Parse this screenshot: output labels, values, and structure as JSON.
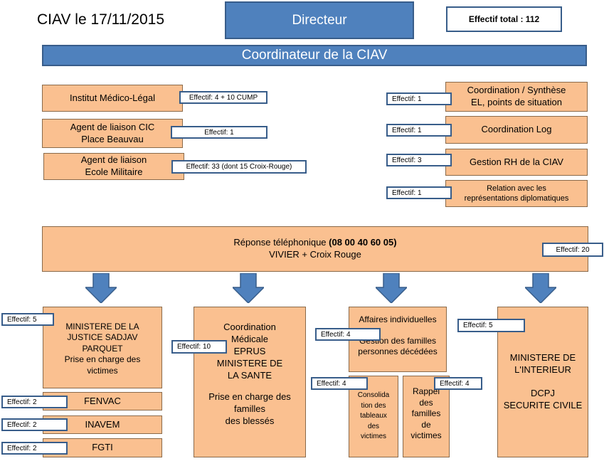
{
  "header": {
    "date_label": "CIAV le 17/11/2015",
    "director": "Directeur",
    "total_staff": "Effectif total : 112",
    "coordinator": "Coordinateur de la CIAV"
  },
  "left_units": [
    {
      "line1": "Institut Médico-Légal",
      "line2": "",
      "staff": "Effectif: 4 + 10 CUMP"
    },
    {
      "line1": "Agent de liaison CIC",
      "line2": "Place Beauvau",
      "staff": "Effectif: 1"
    },
    {
      "line1": "Agent de liaison",
      "line2": "Ecole Militaire",
      "staff": "Effectif: 33 (dont 15 Croix-Rouge)"
    }
  ],
  "right_units": [
    {
      "line1": "Coordination / Synthèse",
      "line2": "EL, points de situation",
      "staff": "Effectif: 1"
    },
    {
      "line1": "Coordination Log",
      "line2": "",
      "staff": "Effectif: 1"
    },
    {
      "line1": "Gestion RH de la CIAV",
      "line2": "",
      "staff": "Effectif: 3"
    },
    {
      "line1": "Relation avec les",
      "line2": "représentations diplomatiques",
      "staff": "Effectif: 1"
    }
  ],
  "phone": {
    "prefix": "Réponse téléphonique ",
    "number": "(08 00 40 60 05)",
    "line2": "VIVIER + Croix Rouge",
    "staff": "Effectif: 20"
  },
  "justice": {
    "lines": [
      "MINISTERE DE LA",
      "JUSTICE SADJAV",
      "PARQUET",
      "Prise en charge des",
      "victimes"
    ],
    "staff": "Effectif:  5",
    "subs": [
      {
        "label": "FENVAC",
        "staff": "Effectif:  2"
      },
      {
        "label": "INAVEM",
        "staff": "Effectif:  2"
      },
      {
        "label": "FGTI",
        "staff": "Effectif:  2"
      }
    ]
  },
  "medical": {
    "lines": [
      "Coordination",
      "Médicale",
      "EPRUS",
      "MINISTERE DE",
      "LA SANTE",
      "",
      "Prise en charge des",
      "familles",
      "des blessés"
    ],
    "staff": "Effectif: 10"
  },
  "affairs": {
    "lines": [
      "Affaires individuelles",
      "",
      "Gestion des familles",
      "personnes décédées"
    ],
    "staff": "Effectif: 4",
    "left_sub": {
      "lines": [
        "Consolida",
        "tion des",
        "tableaux",
        "des",
        "victimes"
      ],
      "staff": "Effectif: 4"
    },
    "right_sub": {
      "lines": [
        "Rappel",
        "des",
        "familles",
        "de",
        "victimes"
      ],
      "staff": "Effectif: 4"
    }
  },
  "interior": {
    "lines": [
      "MINISTERE DE",
      "L'INTERIEUR",
      "",
      "DCPJ",
      "SECURITE CIVILE"
    ],
    "staff": "Effectif: 5"
  },
  "colors": {
    "blue": "#4f81bd",
    "blue_border": "#385d8a",
    "peach": "#fac090"
  }
}
